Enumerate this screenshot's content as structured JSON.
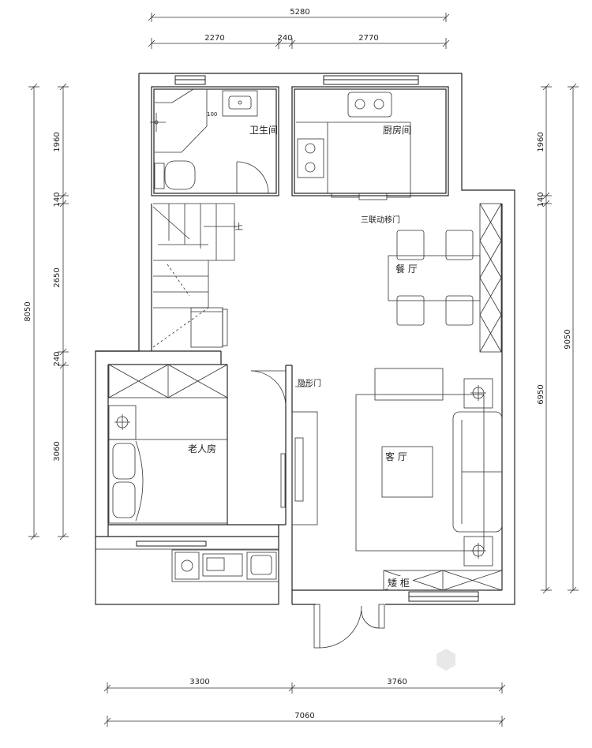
{
  "dimensions": {
    "top_total": "5280",
    "top_1": "2270",
    "top_2": "240",
    "top_3": "2770",
    "bottom_1": "3300",
    "bottom_2": "3760",
    "bottom_total": "7060",
    "left_total": "8050",
    "left_1": "1960",
    "left_2": "140",
    "left_3": "2650",
    "left_4": "240",
    "left_5": "3060",
    "right_total": "9050",
    "right_1": "1960",
    "right_2": "140",
    "right_3": "6950"
  },
  "rooms": {
    "bathroom": "卫生间",
    "kitchen": "厨房间",
    "dining": "餐 厅",
    "elder_room": "老人房",
    "living": "客 厅",
    "low_cabinet": "矮 柜"
  },
  "notes": {
    "sliding_door": "三联动移门",
    "hidden_door": "隐形门",
    "stairs_up": "上",
    "wall_size": "100"
  }
}
